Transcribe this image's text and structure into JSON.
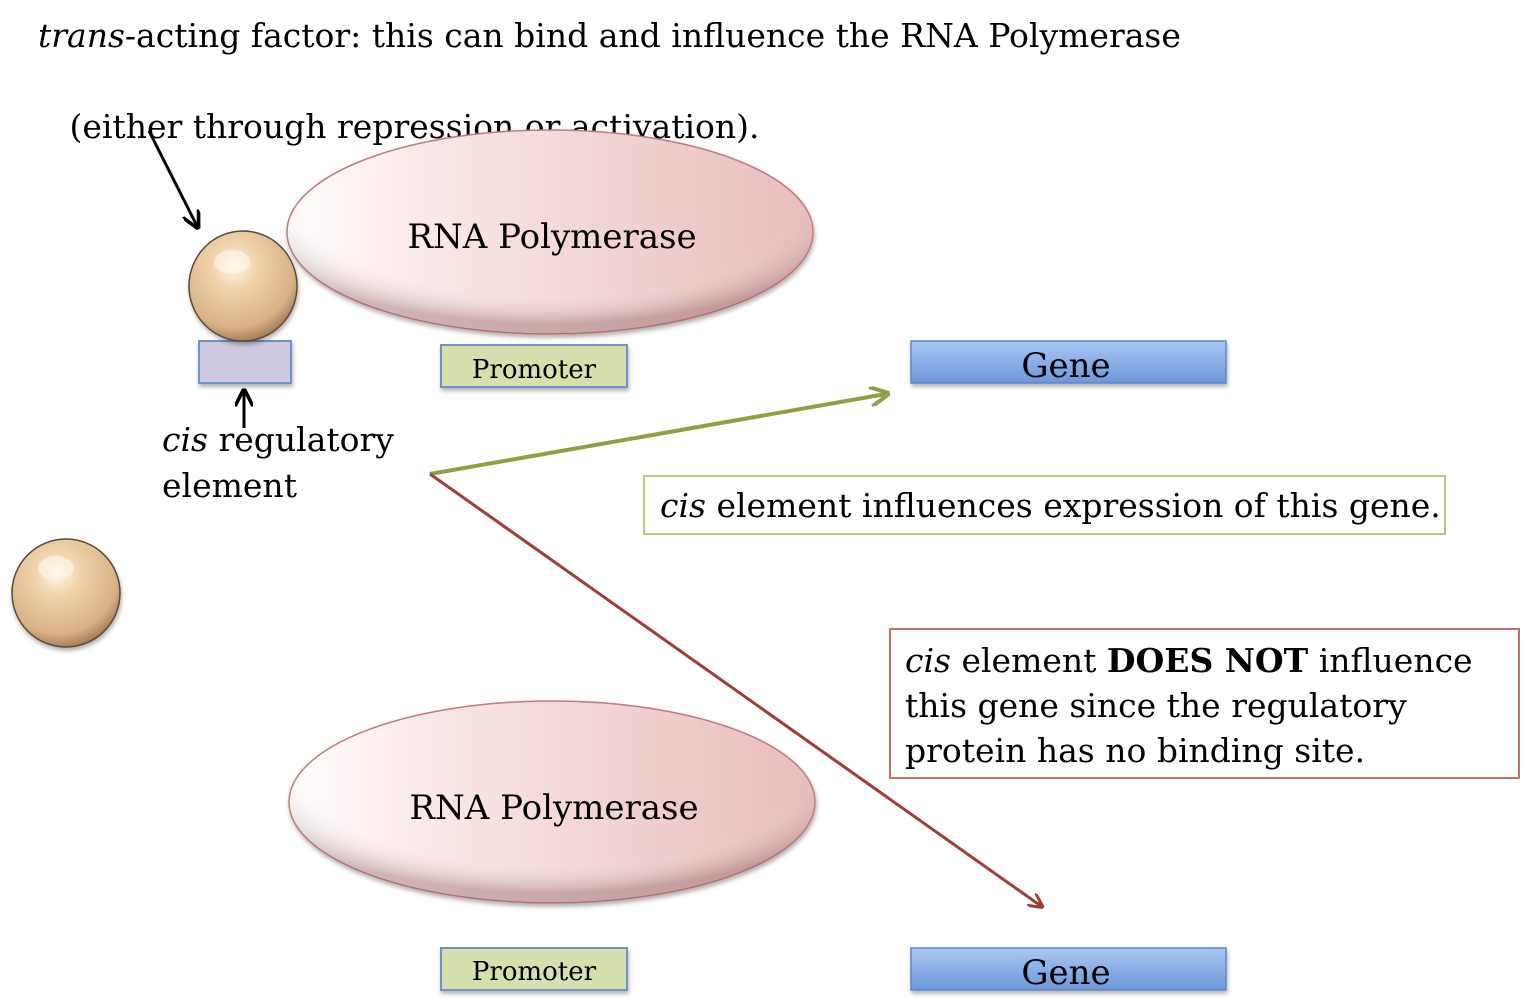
{
  "title": {
    "line1_italic": "trans",
    "line1_rest": "-acting factor: this can bind and influence the RNA Polymerase",
    "line2": " (either through repression or activation)."
  },
  "top_construct": {
    "polymerase_label": "RNA Polymerase",
    "promoter_label": "Promoter",
    "gene_label": "Gene",
    "cis_label_italic": "cis",
    "cis_label_rest": " regulatory",
    "cis_label_line2": "element"
  },
  "bottom_construct": {
    "polymerase_label": "RNA Polymerase",
    "promoter_label": "Promoter",
    "gene_label": "Gene"
  },
  "callouts": {
    "influences": {
      "italic": "cis",
      "rest": " element influences expression of this gene."
    },
    "does_not": {
      "italic": "cis",
      "part2": " element ",
      "bold": "DOES NOT",
      "part3": " influence this gene since the regulatory protein has no binding site."
    }
  },
  "colors": {
    "dna_line": "#6f93c7",
    "cis_box_fill": "#cdc9e0",
    "promoter_fill": "#d5e0ae",
    "gene_fill_top": "#a9c6f0",
    "gene_fill_bottom": "#6c98db",
    "polymerase_fill": "#f2d2d2",
    "polymerase_edge": "#c07a7a",
    "trans_factor": "#e8c498",
    "green_arrow": "#8ca146",
    "red_arrow": "#9b3f38",
    "green_border": "#b5c77e",
    "red_border": "#c0706c"
  }
}
